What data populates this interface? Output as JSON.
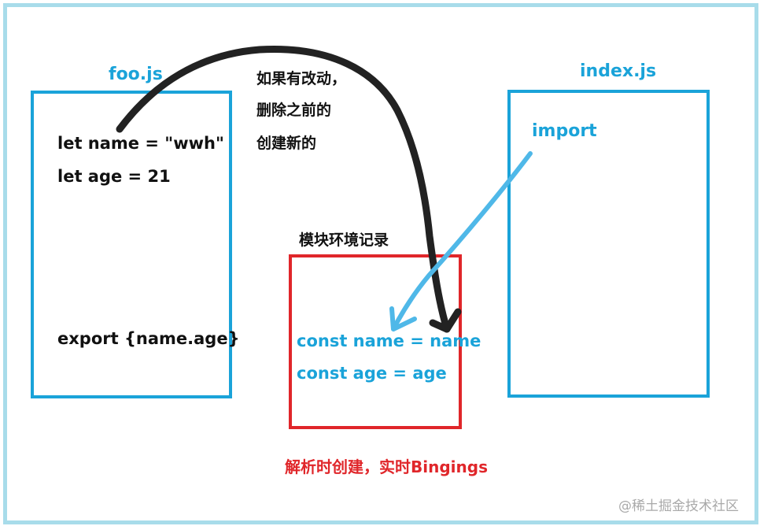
{
  "foo_module": {
    "title": "foo.js",
    "line1": "let name = \"wwh\"",
    "line2": "let age = 21",
    "export_line": "export {name.age}"
  },
  "index_module": {
    "title": "index.js",
    "import_text": "import"
  },
  "change_note": {
    "line1": "如果有改动，",
    "line2": "删除之前的",
    "line3": "创建新的"
  },
  "module_env": {
    "title": "模块环境记录",
    "line1": "const name = name",
    "line2": "const age = age"
  },
  "caption": "解析时创建，实时Bingings",
  "watermark": "@稀土掘金技术社区",
  "colors": {
    "frame": "#a8dcea",
    "blue": "#1aa3d9",
    "red": "#e0262a",
    "black_arrow": "#222222"
  }
}
